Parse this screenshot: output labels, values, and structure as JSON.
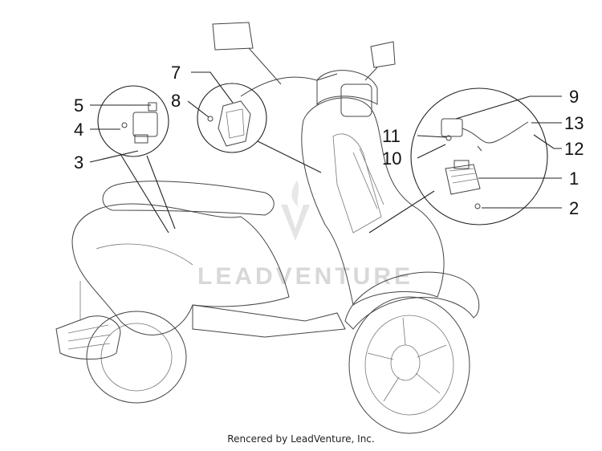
{
  "diagram": {
    "labels": {
      "l1": "1",
      "l2": "2",
      "l3": "3",
      "l4": "4",
      "l5": "5",
      "l6": "7",
      "l7": "8",
      "l8": "9",
      "l9": "10",
      "l10": "11",
      "l11": "12",
      "l12": "13"
    },
    "watermark": "LEADVENTURE",
    "credit": "Rencered by LeadVenture, Inc."
  }
}
